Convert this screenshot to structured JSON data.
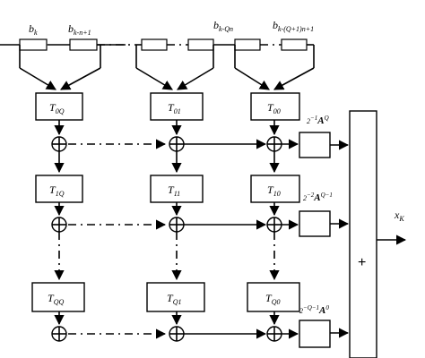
{
  "inputs": {
    "b_k": "b",
    "b_k_sub": "k",
    "b_kn1": "b",
    "b_kn1_sub": "k-n+1",
    "b_kqn": "b",
    "b_kqn_sub": "k-Qn",
    "b_kq1n1": "b",
    "b_kq1n1_sub": "k-(Q+1)n+1"
  },
  "blocks": {
    "row0": [
      {
        "main": "T",
        "sub": "0Q"
      },
      {
        "main": "T",
        "sub": "01"
      },
      {
        "main": "T",
        "sub": "00"
      }
    ],
    "row1": [
      {
        "main": "T",
        "sub": "1Q"
      },
      {
        "main": "T",
        "sub": "11"
      },
      {
        "main": "T",
        "sub": "10"
      }
    ],
    "row2": [
      {
        "main": "T",
        "sub": "QQ"
      },
      {
        "main": "T",
        "sub": "Q1"
      },
      {
        "main": "T",
        "sub": "Q0"
      }
    ]
  },
  "gains": [
    {
      "prefix": "2",
      "exp": "−1",
      "mat": "A",
      "mexp": "Q"
    },
    {
      "prefix": "2",
      "exp": "−2",
      "mat": "A",
      "mexp": "Q−1"
    },
    {
      "prefix": "2",
      "exp": "−Q−1",
      "mat": "A",
      "mexp": "0"
    }
  ],
  "adder_symbol": "+",
  "output": {
    "main": "x",
    "sub": "K"
  }
}
